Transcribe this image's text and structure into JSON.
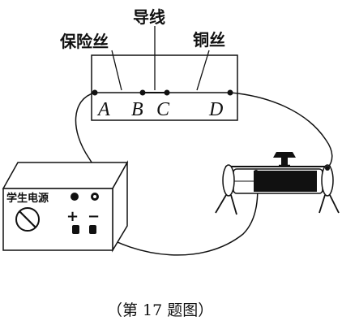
{
  "labels": {
    "fuse_wire": "保险丝",
    "wire": "导线",
    "copper_wire": "铜丝"
  },
  "points": {
    "a": "A",
    "b": "B",
    "c": "C",
    "d": "D"
  },
  "power_supply": {
    "label": "学生电源",
    "plus": "+",
    "minus": "−"
  },
  "caption": "（第 17 题图）"
}
